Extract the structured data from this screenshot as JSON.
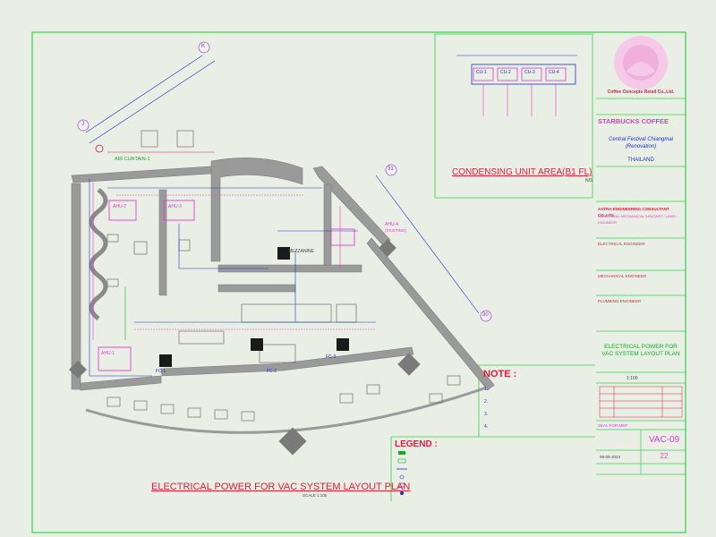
{
  "drawing": {
    "main_title": "ELECTRICAL POWER FOR VAC SYSTEM LAYOUT PLAN",
    "main_scale": "SCALE 1:100",
    "condensing_title": "CONDENSING UNIT AREA(B1 FL)",
    "condensing_scale": "N/S",
    "condensing_units": [
      "CU-1",
      "CU-2",
      "CU-3",
      "CU-4"
    ],
    "grid_bubbles": [
      "K",
      "J",
      "31",
      "30"
    ],
    "equipment_labels": [
      "AHU-2",
      "AHU-3",
      "AHU-4",
      "AHU-1",
      "FC-1",
      "FC-2",
      "FC-3"
    ],
    "existing_label": "(EXISTING)",
    "air_curtain_label": "AIR CURTAIN-1",
    "mezzanine_label": "MEZZANINE"
  },
  "notes": {
    "title": "NOTE :",
    "items": [
      "1.",
      "2.",
      "3.",
      "4."
    ]
  },
  "legend": {
    "title": "LEGEND :"
  },
  "title_block": {
    "client": "Coffee Concepts Retail Co.,Ltd.",
    "project": "STARBUCKS COFFEE",
    "location": "Central Festival Chiangmai",
    "location_sub": "(Renovation)",
    "country": "THAILAND",
    "consultant": "ASTRA ENGINEERING CONSULTANT CO.,LTD.",
    "consultant_sub": "ELECTRICAL MECHANICAL SANITARY / LAND / ENGINEER",
    "electrical_engineer": "ELECTRICAL ENGINEER",
    "mechanical_engineer": "MECHANICAL ENGINEER",
    "plumbing_engineer": "PLUMBING ENGINEER",
    "drawing_title": "ELECTRICAL POWER FOR VAC SYSTEM LAYOUT PLAN",
    "scale": "1:100",
    "sheet_no": "VAC-09",
    "page": "22",
    "date": "08-08-2024",
    "mep_label": "SEAL FOR MEP"
  },
  "colors": {
    "border": "#33d14a",
    "wall": "#8f8f8f",
    "red": "#e01f3c",
    "magenta": "#e23ad1",
    "blue": "#1d2fd0"
  }
}
